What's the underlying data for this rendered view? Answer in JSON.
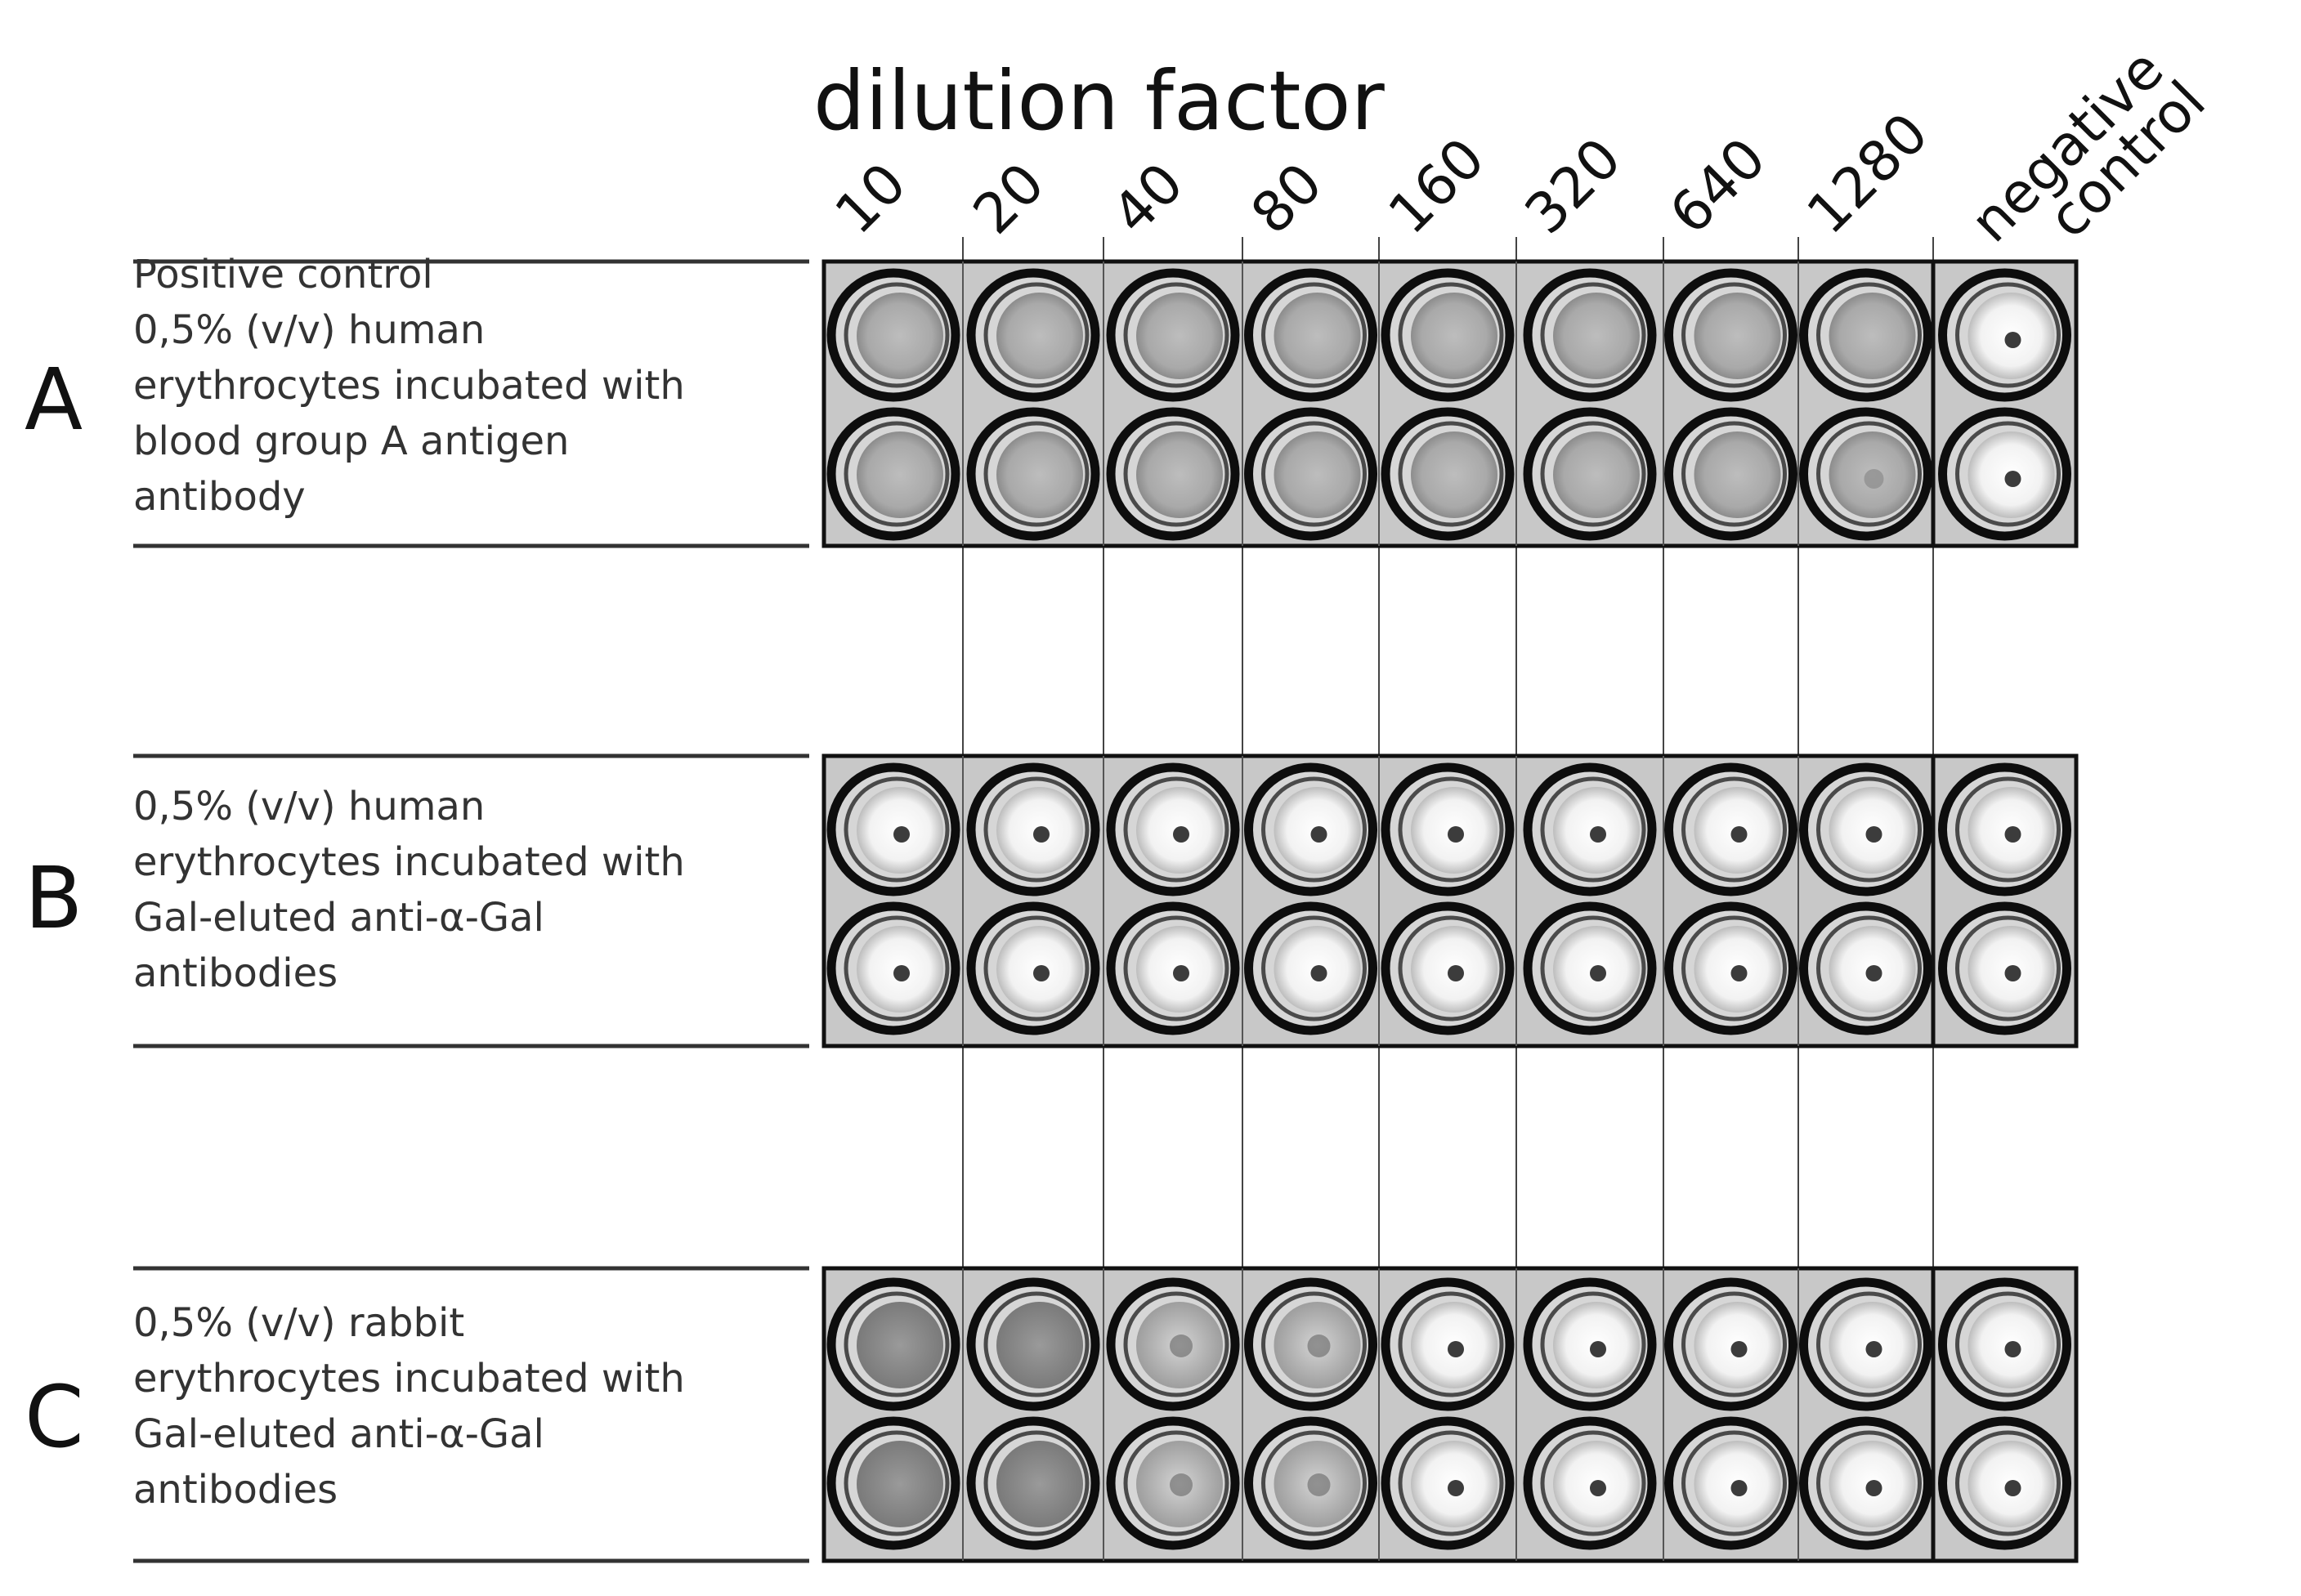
{
  "title": "dilution factor",
  "columns": [
    "10",
    "20",
    "40",
    "80",
    "160",
    "320",
    "640",
    "1280"
  ],
  "negative_control_label": [
    "negative",
    "control"
  ],
  "panels": [
    {
      "letter": "A",
      "description": [
        "Positive control",
        "0,5% (v/v) human",
        "erythrocytes incubated with",
        "blood group A antigen",
        "antibody"
      ],
      "rows": [
        [
          "spread",
          "spread",
          "spread",
          "spread",
          "spread",
          "spread",
          "spread",
          "spread",
          "button"
        ],
        [
          "spread",
          "spread",
          "spread",
          "spread",
          "spread",
          "spread",
          "spread",
          "faint-button",
          "button"
        ]
      ]
    },
    {
      "letter": "B",
      "description": [
        "0,5% (v/v) human",
        "erythrocytes incubated with",
        "Gal-eluted anti-α-Gal",
        "antibodies"
      ],
      "rows": [
        [
          "button",
          "button",
          "button",
          "button",
          "button",
          "button",
          "button",
          "button",
          "button"
        ],
        [
          "button",
          "button",
          "button",
          "button",
          "button",
          "button",
          "button",
          "button",
          "button"
        ]
      ]
    },
    {
      "letter": "C",
      "description": [
        "0,5% (v/v) rabbit",
        "erythrocytes incubated with",
        "Gal-eluted anti-α-Gal",
        "antibodies"
      ],
      "rows": [
        [
          "spread-dark",
          "spread-dark",
          "partial",
          "partial",
          "button",
          "button",
          "button",
          "button",
          "button"
        ],
        [
          "spread-dark",
          "spread-dark",
          "partial",
          "partial",
          "button",
          "button",
          "button",
          "button",
          "button"
        ]
      ]
    }
  ]
}
